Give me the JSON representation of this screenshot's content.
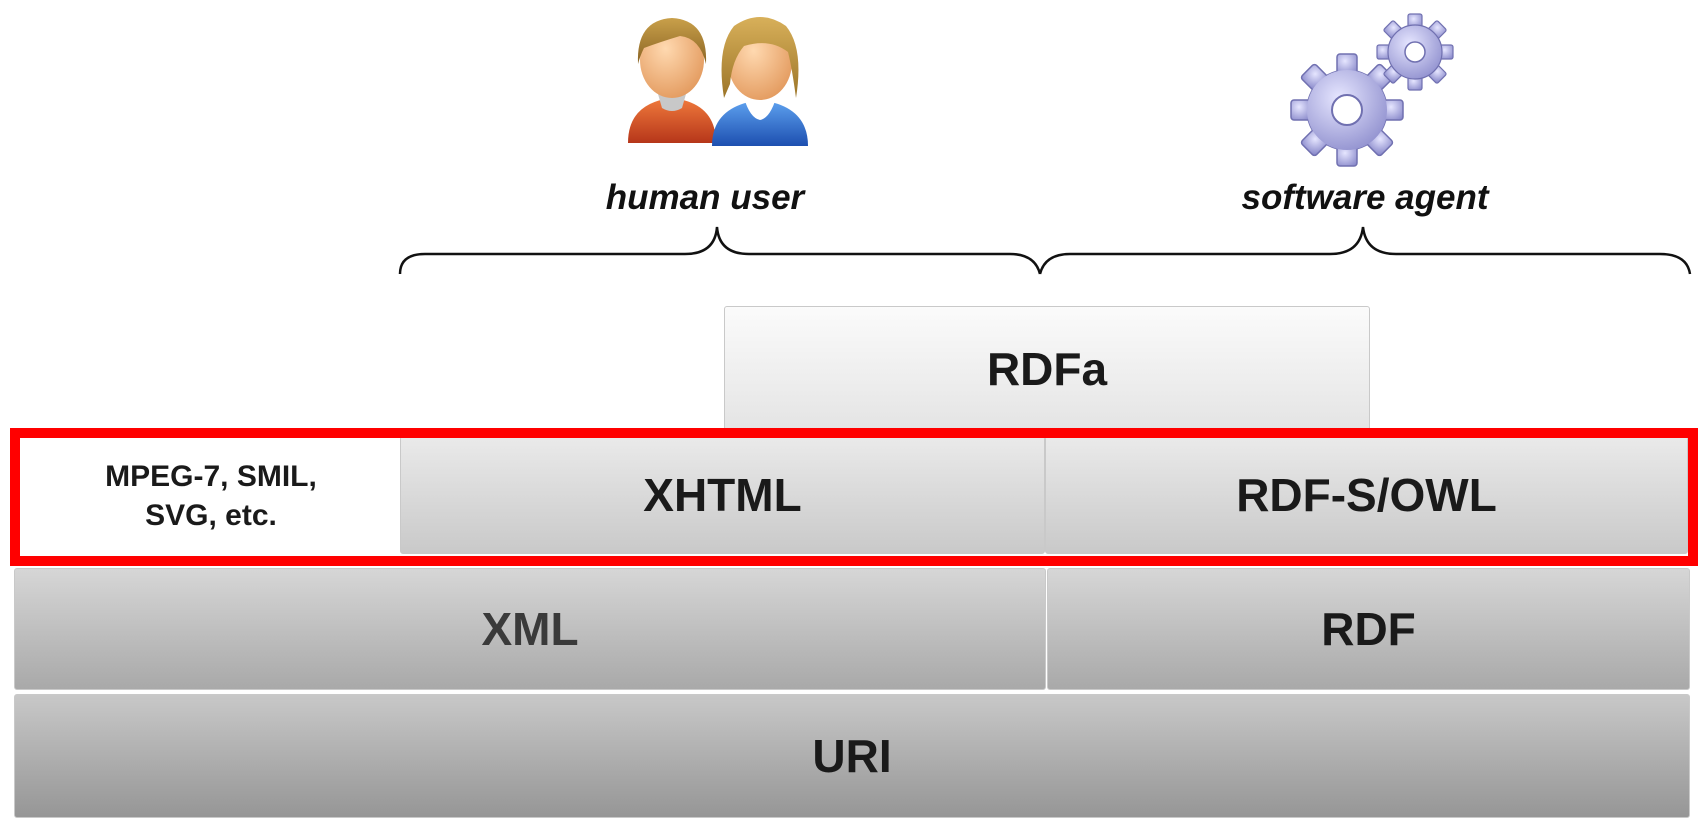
{
  "audiences": {
    "human_user": "human user",
    "software_agent": "software agent"
  },
  "icons": {
    "human": "people-icon",
    "software": "gears-icon"
  },
  "layers": {
    "rdfa": "RDFa",
    "mpeg_line1": "MPEG-7, SMIL,",
    "mpeg_line2": "SVG, etc.",
    "xhtml": "XHTML",
    "rdfs_owl": "RDF-S/OWL",
    "xml": "XML",
    "rdf": "RDF",
    "uri": "URI"
  },
  "colors": {
    "highlight": "#ff0000",
    "xml_text": "#3a3a3a"
  }
}
